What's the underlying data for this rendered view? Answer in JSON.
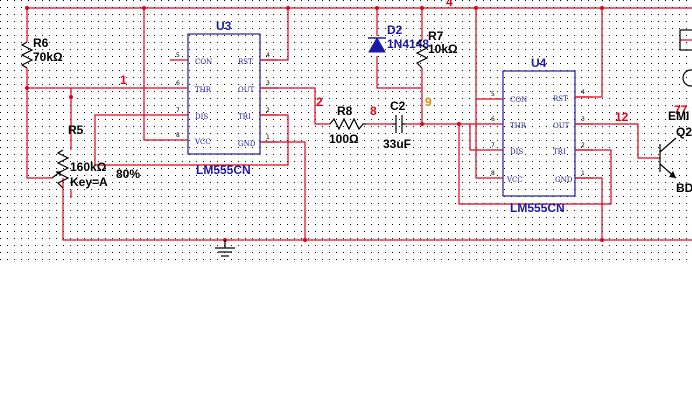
{
  "components": {
    "r6": {
      "ref": "R6",
      "value": "70kΩ"
    },
    "r5": {
      "ref": "R5",
      "value": "160kΩ",
      "key": "Key=A",
      "percent": "80%"
    },
    "u3": {
      "ref": "U3",
      "part": "LM555CN"
    },
    "r8": {
      "ref": "R8",
      "value": "100Ω"
    },
    "d2": {
      "ref": "D2",
      "part": "1N4148"
    },
    "r7": {
      "ref": "R7",
      "value": "10kΩ"
    },
    "c2": {
      "ref": "C2",
      "value": "33uF"
    },
    "u4": {
      "ref": "U4",
      "part": "LM555CN"
    },
    "q2": {
      "ref": "Q2",
      "part_fragment": "EMI",
      "extra_fragment": "BD"
    }
  },
  "pins": {
    "con": "CON",
    "thr": "THR",
    "dis": "DIS",
    "vcc": "VCC",
    "rst": "RST",
    "out": "OUT",
    "tri": "TRI",
    "gnd": "GND",
    "n5": "5",
    "n6": "6",
    "n7": "7",
    "n8": "8",
    "n4": "4",
    "n3": "3",
    "n2": "2",
    "n1": "1"
  },
  "nets": {
    "n1": "1",
    "n2": "2",
    "n4": "4",
    "n8": "8",
    "n9": "9",
    "n12": "12",
    "n77": "77"
  }
}
